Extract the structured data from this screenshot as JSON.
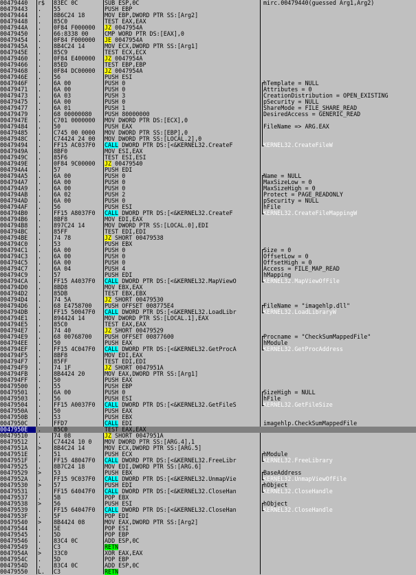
{
  "disassembly": {
    "rows": [
      {
        "addr": "00479440",
        "mark": "r$",
        "hex": "83EC 0C",
        "pre": "SUB ESP,0C",
        "kw": "",
        "post": "",
        "cmt": "mirc.00479440(guessed Arg1,Arg2)",
        "ct": "n"
      },
      {
        "addr": "00479443",
        "mark": ".",
        "hex": "55",
        "pre": "PUSH EBP",
        "kw": "",
        "post": "",
        "cmt": "",
        "ct": "n"
      },
      {
        "addr": "00479444",
        "mark": ".",
        "hex": "8B6C24 18",
        "pre": "MOV EBP,DWORD PTR SS:[Arg2]",
        "kw": "",
        "post": "",
        "cmt": "",
        "ct": "n"
      },
      {
        "addr": "00479448",
        "mark": ".",
        "hex": "85C0",
        "pre": "TEST EAX,EAX",
        "kw": "",
        "post": "",
        "cmt": "",
        "ct": "n"
      },
      {
        "addr": "0047944A",
        "mark": ".",
        "hex": "0F84 F000000",
        "pre": "",
        "kw": "JZ",
        "post": " 0047954A",
        "cmt": "",
        "ct": "n"
      },
      {
        "addr": "00479450",
        "mark": ".",
        "hex": "66:8338 00",
        "pre": "CMP WORD PTR DS:[EAX],0",
        "kw": "",
        "post": "",
        "cmt": "",
        "ct": "n"
      },
      {
        "addr": "00479454",
        "mark": ".",
        "hex": "0F84 F000000",
        "pre": "",
        "kw": "JE",
        "post": " 0047954A",
        "cmt": "",
        "ct": "n"
      },
      {
        "addr": "0047945A",
        "mark": ".",
        "hex": "8B4C24 14",
        "pre": "MOV ECX,DWORD PTR SS:[Arg1]",
        "kw": "",
        "post": "",
        "cmt": "",
        "ct": "n"
      },
      {
        "addr": "0047945E",
        "mark": ".",
        "hex": "85C9",
        "pre": "TEST ECX,ECX",
        "kw": "",
        "post": "",
        "cmt": "",
        "ct": "n"
      },
      {
        "addr": "00479460",
        "mark": ".",
        "hex": "0F84 E400000",
        "pre": "",
        "kw": "JZ",
        "post": " 0047954A",
        "cmt": "",
        "ct": "n"
      },
      {
        "addr": "00479466",
        "mark": ".",
        "hex": "85ED",
        "pre": "TEST EBP,EBP",
        "kw": "",
        "post": "",
        "cmt": "",
        "ct": "n"
      },
      {
        "addr": "00479468",
        "mark": ".",
        "hex": "0F84 DC00000",
        "pre": "",
        "kw": "JZ",
        "post": " 0047954A",
        "cmt": "",
        "ct": "n"
      },
      {
        "addr": "0047946E",
        "mark": ".",
        "hex": "56",
        "pre": "PUSH ESI",
        "kw": "",
        "post": "",
        "cmt": "",
        "ct": "n"
      },
      {
        "addr": "0047946F",
        "mark": ".",
        "hex": "6A 00",
        "pre": "PUSH 0",
        "kw": "",
        "post": "",
        "cmt": "hTemplate = NULL",
        "ct": "n"
      },
      {
        "addr": "00479471",
        "mark": ".",
        "hex": "6A 00",
        "pre": "PUSH 0",
        "kw": "",
        "post": "",
        "cmt": "Attributes = 0",
        "ct": "n"
      },
      {
        "addr": "00479473",
        "mark": ".",
        "hex": "6A 03",
        "pre": "PUSH 3",
        "kw": "",
        "post": "",
        "cmt": "CreationDistribution = OPEN_EXISTING",
        "ct": "n"
      },
      {
        "addr": "00479475",
        "mark": ".",
        "hex": "6A 00",
        "pre": "PUSH 0",
        "kw": "",
        "post": "",
        "cmt": "pSecurity = NULL",
        "ct": "n"
      },
      {
        "addr": "00479477",
        "mark": ".",
        "hex": "6A 01",
        "pre": "PUSH 1",
        "kw": "",
        "post": "",
        "cmt": "ShareMode = FILE_SHARE_READ",
        "ct": "n"
      },
      {
        "addr": "00479479",
        "mark": ".",
        "hex": "68 00000080",
        "pre": "PUSH 80000000",
        "kw": "",
        "post": "",
        "cmt": "DesiredAccess = GENERIC_READ",
        "ct": "n"
      },
      {
        "addr": "0047947E",
        "mark": ".",
        "hex": "C701 0000000",
        "pre": "MOV DWORD PTR DS:[ECX],0",
        "kw": "",
        "post": "",
        "cmt": "",
        "ct": "n"
      },
      {
        "addr": "00479484",
        "mark": ".",
        "hex": "50",
        "pre": "PUSH EAX",
        "kw": "",
        "post": "",
        "cmt": "FileName => ARG.EAX",
        "ct": "n"
      },
      {
        "addr": "00479485",
        "mark": ".",
        "hex": "C745 00 0000",
        "pre": "MOV DWORD PTR SS:[EBP],0",
        "kw": "",
        "post": "",
        "cmt": "",
        "ct": "n"
      },
      {
        "addr": "0047948C",
        "mark": ".",
        "hex": "C74424 24 00",
        "pre": "MOV DWORD PTR SS:[LOCAL.2],0",
        "kw": "",
        "post": "",
        "cmt": "",
        "ct": "n"
      },
      {
        "addr": "00479494",
        "mark": ".",
        "hex": "FF15 AC037F0",
        "pre": "",
        "kw": "CALL",
        "post": " DWORD PTR DS:[<&KERNEL32.CreateF",
        "cmt": "KERNEL32.CreateFileW",
        "ct": "a"
      },
      {
        "addr": "0047949A",
        "mark": ".",
        "hex": "8BF0",
        "pre": "MOV ESI,EAX",
        "kw": "",
        "post": "",
        "cmt": "",
        "ct": "n"
      },
      {
        "addr": "0047949C",
        "mark": ".",
        "hex": "85F6",
        "pre": "TEST ESI,ESI",
        "kw": "",
        "post": "",
        "cmt": "",
        "ct": "n"
      },
      {
        "addr": "0047949E",
        "mark": ".",
        "hex": "0F84 9C00000",
        "pre": "",
        "kw": "JZ",
        "post": " 00479540",
        "cmt": "",
        "ct": "n"
      },
      {
        "addr": "004794A4",
        "mark": ".",
        "hex": "57",
        "pre": "PUSH EDI",
        "kw": "",
        "post": "",
        "cmt": "",
        "ct": "n"
      },
      {
        "addr": "004794A5",
        "mark": ".",
        "hex": "6A 00",
        "pre": "PUSH 0",
        "kw": "",
        "post": "",
        "cmt": "Name = NULL",
        "ct": "n"
      },
      {
        "addr": "004794A7",
        "mark": ".",
        "hex": "6A 00",
        "pre": "PUSH 0",
        "kw": "",
        "post": "",
        "cmt": "MaxSizeLow = 0",
        "ct": "n"
      },
      {
        "addr": "004794A9",
        "mark": ".",
        "hex": "6A 00",
        "pre": "PUSH 0",
        "kw": "",
        "post": "",
        "cmt": "MaxSizeHigh = 0",
        "ct": "n"
      },
      {
        "addr": "004794AB",
        "mark": ".",
        "hex": "6A 02",
        "pre": "PUSH 2",
        "kw": "",
        "post": "",
        "cmt": "Protect = PAGE_READONLY",
        "ct": "n"
      },
      {
        "addr": "004794AD",
        "mark": ".",
        "hex": "6A 00",
        "pre": "PUSH 0",
        "kw": "",
        "post": "",
        "cmt": "pSecurity = NULL",
        "ct": "n"
      },
      {
        "addr": "004794AF",
        "mark": ".",
        "hex": "56",
        "pre": "PUSH ESI",
        "kw": "",
        "post": "",
        "cmt": "hFile",
        "ct": "n"
      },
      {
        "addr": "004794B0",
        "mark": ".",
        "hex": "FF15 A8037F0",
        "pre": "",
        "kw": "CALL",
        "post": " DWORD PTR DS:[<&KERNEL32.CreateF",
        "cmt": "KERNEL32.CreateFileMappingW",
        "ct": "a"
      },
      {
        "addr": "004794B6",
        "mark": ".",
        "hex": "8BF8",
        "pre": "MOV EDI,EAX",
        "kw": "",
        "post": "",
        "cmt": "",
        "ct": "n"
      },
      {
        "addr": "004794B8",
        "mark": ".",
        "hex": "897C24 14",
        "pre": "MOV DWORD PTR SS:[LOCAL.0],EDI",
        "kw": "",
        "post": "",
        "cmt": "",
        "ct": "n"
      },
      {
        "addr": "004794BC",
        "mark": ".",
        "hex": "85FF",
        "pre": "TEST EDI,EDI",
        "kw": "",
        "post": "",
        "cmt": "",
        "ct": "n"
      },
      {
        "addr": "004794BE",
        "mark": ".",
        "hex": "74 78",
        "pre": "",
        "kw": "JZ",
        "post": " SHORT 00479538",
        "cmt": "",
        "ct": "n"
      },
      {
        "addr": "004794C0",
        "mark": ".",
        "hex": "53",
        "pre": "PUSH EBX",
        "kw": "",
        "post": "",
        "cmt": "",
        "ct": "n"
      },
      {
        "addr": "004794C1",
        "mark": ".",
        "hex": "6A 00",
        "pre": "PUSH 0",
        "kw": "",
        "post": "",
        "cmt": "Size = 0",
        "ct": "n"
      },
      {
        "addr": "004794C3",
        "mark": ".",
        "hex": "6A 00",
        "pre": "PUSH 0",
        "kw": "",
        "post": "",
        "cmt": "OffsetLow = 0",
        "ct": "n"
      },
      {
        "addr": "004794C5",
        "mark": ".",
        "hex": "6A 00",
        "pre": "PUSH 0",
        "kw": "",
        "post": "",
        "cmt": "OffsetHigh = 0",
        "ct": "n"
      },
      {
        "addr": "004794C7",
        "mark": ".",
        "hex": "6A 04",
        "pre": "PUSH 4",
        "kw": "",
        "post": "",
        "cmt": "Access = FILE_MAP_READ",
        "ct": "n"
      },
      {
        "addr": "004794C9",
        "mark": ".",
        "hex": "57",
        "pre": "PUSH EDI",
        "kw": "",
        "post": "",
        "cmt": "hMapping",
        "ct": "n"
      },
      {
        "addr": "004794CA",
        "mark": ".",
        "hex": "FF15 A4037F0",
        "pre": "",
        "kw": "CALL",
        "post": " DWORD PTR DS:[<&KERNEL32.MapViewO",
        "cmt": "KERNEL32.MapViewOfFile",
        "ct": "a"
      },
      {
        "addr": "004794D0",
        "mark": ".",
        "hex": "8BD8",
        "pre": "MOV EBX,EAX",
        "kw": "",
        "post": "",
        "cmt": "",
        "ct": "n"
      },
      {
        "addr": "004794D2",
        "mark": ".",
        "hex": "85DB",
        "pre": "TEST EBX,EBX",
        "kw": "",
        "post": "",
        "cmt": "",
        "ct": "n"
      },
      {
        "addr": "004794D4",
        "mark": ".",
        "hex": "74 5A",
        "pre": "",
        "kw": "JZ",
        "post": " SHORT 00479530",
        "cmt": "",
        "ct": "n"
      },
      {
        "addr": "004794D6",
        "mark": ".",
        "hex": "68 E4758700",
        "pre": "PUSH OFFSET 008775E4",
        "kw": "",
        "post": "",
        "cmt": "FileName = \"imagehlp.dll\"",
        "ct": "n"
      },
      {
        "addr": "004794DB",
        "mark": ".",
        "hex": "FF15 50047F0",
        "pre": "",
        "kw": "CALL",
        "post": " DWORD PTR DS:[<&KERNEL32.LoadLibr",
        "cmt": "KERNEL32.LoadLibraryW",
        "ct": "a"
      },
      {
        "addr": "004794E1",
        "mark": ".",
        "hex": "894424 14",
        "pre": "MOV DWORD PTR SS:[LOCAL.1],EAX",
        "kw": "",
        "post": "",
        "cmt": "",
        "ct": "n"
      },
      {
        "addr": "004794E5",
        "mark": ".",
        "hex": "85C0",
        "pre": "TEST EAX,EAX",
        "kw": "",
        "post": "",
        "cmt": "",
        "ct": "n"
      },
      {
        "addr": "004794E7",
        "mark": ".",
        "hex": "74 40",
        "pre": "",
        "kw": "JZ",
        "post": " SHORT 00479529",
        "cmt": "",
        "ct": "n"
      },
      {
        "addr": "004794E9",
        "mark": ".",
        "hex": "68 00768700",
        "pre": "PUSH OFFSET 00877600",
        "kw": "",
        "post": "",
        "cmt": "Procname = \"CheckSumMappedFile\"",
        "ct": "n"
      },
      {
        "addr": "004794EE",
        "mark": ".",
        "hex": "50",
        "pre": "PUSH EAX",
        "kw": "",
        "post": "",
        "cmt": "hModule",
        "ct": "n"
      },
      {
        "addr": "004794EF",
        "mark": ".",
        "hex": "FF15 4C047F0",
        "pre": "",
        "kw": "CALL",
        "post": " DWORD PTR DS:[<&KERNEL32.GetProcA",
        "cmt": "KERNEL32.GetProcAddress",
        "ct": "a"
      },
      {
        "addr": "004794F5",
        "mark": ".",
        "hex": "8BF8",
        "pre": "MOV EDI,EAX",
        "kw": "",
        "post": "",
        "cmt": "",
        "ct": "n"
      },
      {
        "addr": "004794F7",
        "mark": ".",
        "hex": "85FF",
        "pre": "TEST EDI,EDI",
        "kw": "",
        "post": "",
        "cmt": "",
        "ct": "n"
      },
      {
        "addr": "004794F9",
        "mark": ".",
        "hex": "74 1F",
        "pre": "",
        "kw": "JZ",
        "post": " SHORT 0047951A",
        "cmt": "",
        "ct": "n"
      },
      {
        "addr": "004794FB",
        "mark": ".",
        "hex": "8B4424 20",
        "pre": "MOV EAX,DWORD PTR SS:[Arg1]",
        "kw": "",
        "post": "",
        "cmt": "",
        "ct": "n"
      },
      {
        "addr": "004794FF",
        "mark": ".",
        "hex": "50",
        "pre": "PUSH EAX",
        "kw": "",
        "post": "",
        "cmt": "",
        "ct": "n"
      },
      {
        "addr": "00479500",
        "mark": ".",
        "hex": "55",
        "pre": "PUSH EBP",
        "kw": "",
        "post": "",
        "cmt": "",
        "ct": "n"
      },
      {
        "addr": "00479501",
        "mark": ".",
        "hex": "6A 00",
        "pre": "PUSH 0",
        "kw": "",
        "post": "",
        "cmt": "SizeHigh = NULL",
        "ct": "n"
      },
      {
        "addr": "00479503",
        "mark": ".",
        "hex": "56",
        "pre": "PUSH ESI",
        "kw": "",
        "post": "",
        "cmt": "hFile",
        "ct": "n"
      },
      {
        "addr": "00479504",
        "mark": ".",
        "hex": "FF15 A0037F0",
        "pre": "",
        "kw": "CALL",
        "post": " DWORD PTR DS:[<&KERNEL32.GetFileS",
        "cmt": "KERNEL32.GetFileSize",
        "ct": "a"
      },
      {
        "addr": "0047950A",
        "mark": ".",
        "hex": "50",
        "pre": "PUSH EAX",
        "kw": "",
        "post": "",
        "cmt": "",
        "ct": "n"
      },
      {
        "addr": "0047950B",
        "mark": ".",
        "hex": "53",
        "pre": "PUSH EBX",
        "kw": "",
        "post": "",
        "cmt": "",
        "ct": "n"
      },
      {
        "addr": "0047950C",
        "mark": ".",
        "hex": "FFD7",
        "pre": "",
        "kw": "CALL",
        "post": " EDI",
        "cmt": "imagehlp.CheckSumMappedFile",
        "ct": "s"
      },
      {
        "addr": "0047950E",
        "mark": ".",
        "hex": "85C0",
        "pre": "TEST EAX,EAX",
        "kw": "",
        "post": "",
        "cmt": "",
        "ct": "n"
      },
      {
        "addr": "00479510",
        "mark": ".",
        "hex": "74 08",
        "pre": "",
        "kw": "JZ",
        "post": " SHORT 0047951A",
        "cmt": "",
        "ct": "n"
      },
      {
        "addr": "00479512",
        "mark": ".",
        "hex": "C74424 10 0",
        "pre": "MOV DWORD PTR SS:[ARG.4],1",
        "kw": "",
        "post": "",
        "cmt": "",
        "ct": "n"
      },
      {
        "addr": "0047951A",
        "mark": ">",
        "hex": "8B4C24 14",
        "pre": "MOV ECX,DWORD PTR SS:[ARG.5]",
        "kw": "",
        "post": "",
        "cmt": "",
        "ct": "n"
      },
      {
        "addr": "0047951E",
        "mark": ".",
        "hex": "51",
        "pre": "PUSH ECX",
        "kw": "",
        "post": "",
        "cmt": "hModule",
        "ct": "n"
      },
      {
        "addr": "0047951F",
        "mark": ".",
        "hex": "FF15 48047F0",
        "pre": "",
        "kw": "CALL",
        "post": " DWORD PTR DS:[<&KERNEL32.FreeLibr",
        "cmt": "KERNEL32.FreeLibrary",
        "ct": "a"
      },
      {
        "addr": "00479525",
        "mark": ".",
        "hex": "8B7C24 18",
        "pre": "MOV EDI,DWORD PTR SS:[ARG.6]",
        "kw": "",
        "post": "",
        "cmt": "",
        "ct": "n"
      },
      {
        "addr": "00479529",
        "mark": ">",
        "hex": "53",
        "pre": "PUSH EBX",
        "kw": "",
        "post": "",
        "cmt": "BaseAddress",
        "ct": "n"
      },
      {
        "addr": "0047952A",
        "mark": ".",
        "hex": "FF15 9C037F0",
        "pre": "",
        "kw": "CALL",
        "post": " DWORD PTR DS:[<&KERNEL32.UnmapVie",
        "cmt": "KERNEL32.UnmapViewOfFile",
        "ct": "a"
      },
      {
        "addr": "00479530",
        "mark": ">",
        "hex": "57",
        "pre": "PUSH EDI",
        "kw": "",
        "post": "",
        "cmt": "hObject",
        "ct": "n"
      },
      {
        "addr": "00479531",
        "mark": ".",
        "hex": "FF15 64047F0",
        "pre": "",
        "kw": "CALL",
        "post": " DWORD PTR DS:[<&KERNEL32.CloseHan",
        "cmt": "KERNEL32.CloseHandle",
        "ct": "a"
      },
      {
        "addr": "00479537",
        "mark": ".",
        "hex": "5B",
        "pre": "POP EBX",
        "kw": "",
        "post": "",
        "cmt": "",
        "ct": "n"
      },
      {
        "addr": "00479538",
        "mark": ">",
        "hex": "56",
        "pre": "PUSH ESI",
        "kw": "",
        "post": "",
        "cmt": "hObject",
        "ct": "n"
      },
      {
        "addr": "00479539",
        "mark": ".",
        "hex": "FF15 64047F0",
        "pre": "",
        "kw": "CALL",
        "post": " DWORD PTR DS:[<&KERNEL32.CloseHan",
        "cmt": "KERNEL32.CloseHandle",
        "ct": "a"
      },
      {
        "addr": "0047953F",
        "mark": ".",
        "hex": "5F",
        "pre": "POP EDI",
        "kw": "",
        "post": "",
        "cmt": "",
        "ct": "n"
      },
      {
        "addr": "00479540",
        "mark": ">",
        "hex": "8B4424 08",
        "pre": "MOV EAX,DWORD PTR SS:[Arg2]",
        "kw": "",
        "post": "",
        "cmt": "",
        "ct": "n"
      },
      {
        "addr": "00479544",
        "mark": ".",
        "hex": "5E",
        "pre": "POP ESI",
        "kw": "",
        "post": "",
        "cmt": "",
        "ct": "n"
      },
      {
        "addr": "00479545",
        "mark": ".",
        "hex": "5D",
        "pre": "POP EBP",
        "kw": "",
        "post": "",
        "cmt": "",
        "ct": "n"
      },
      {
        "addr": "00479546",
        "mark": ".",
        "hex": "83C4 0C",
        "pre": "ADD ESP,0C",
        "kw": "",
        "post": "",
        "cmt": "",
        "ct": "n"
      },
      {
        "addr": "00479549",
        "mark": ".",
        "hex": "C3",
        "pre": "",
        "kw": "RETN",
        "post": "",
        "cmt": "",
        "ct": "n"
      },
      {
        "addr": "0047954A",
        "mark": ">",
        "hex": "33C0",
        "pre": "XOR EAX,EAX",
        "kw": "",
        "post": "",
        "cmt": "",
        "ct": "n"
      },
      {
        "addr": "0047954C",
        "mark": ".",
        "hex": "5D",
        "pre": "POP EBP",
        "kw": "",
        "post": "",
        "cmt": "",
        "ct": "n"
      },
      {
        "addr": "0047954D",
        "mark": ".",
        "hex": "83C4 0C",
        "pre": "ADD ESP,0C",
        "kw": "",
        "post": "",
        "cmt": "",
        "ct": "n"
      },
      {
        "addr": "00479550",
        "mark": "L.",
        "hex": "C3",
        "pre": "",
        "kw": "RETN",
        "post": "",
        "cmt": "",
        "ct": "n"
      }
    ]
  },
  "colors": {
    "background": "#c0c0c0",
    "selected_row": "#808080",
    "selected_address": "#000080",
    "call_highlight": "#00ffff",
    "jump_highlight": "#ffff00",
    "return_highlight": "#00ff00",
    "api_comment_text": "#ffffff"
  }
}
